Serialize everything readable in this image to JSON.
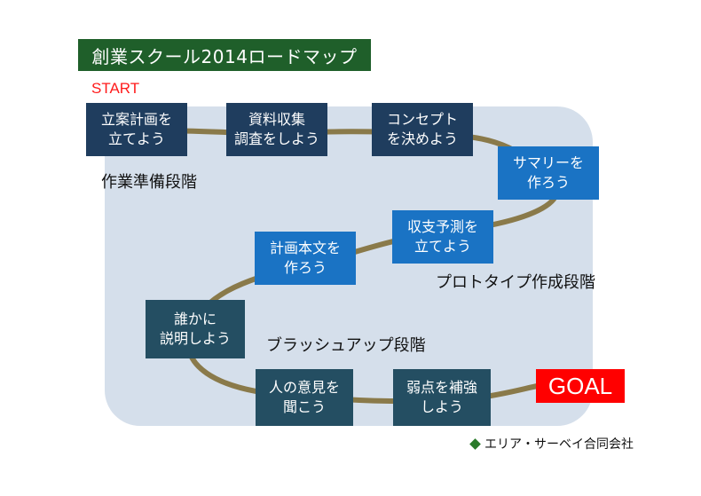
{
  "title": "創業スクール2014ロードマップ",
  "start_label": "START",
  "goal_label": "GOAL",
  "steps": [
    {
      "line1": "立案計画を",
      "line2": "立てよう"
    },
    {
      "line1": "資料収集",
      "line2": "調査をしよう"
    },
    {
      "line1": "コンセプト",
      "line2": "を決めよう"
    },
    {
      "line1": "サマリーを",
      "line2": "作ろう"
    },
    {
      "line1": "収支予測を",
      "line2": "立てよう"
    },
    {
      "line1": "計画本文を",
      "line2": "作ろう"
    },
    {
      "line1": "誰かに",
      "line2": "説明しよう"
    },
    {
      "line1": "人の意見を",
      "line2": "聞こう"
    },
    {
      "line1": "弱点を補強",
      "line2": "しよう"
    }
  ],
  "stages": {
    "preparation": "作業準備段階",
    "prototype": "プロトタイプ作成段階",
    "brushup": "ブラッシュアップ段階"
  },
  "company": "エリア・サーベイ合同会社",
  "colors": {
    "title_bg": "#1f5f2a",
    "start": "#ff1a1a",
    "goal_bg": "#ff0000",
    "panel": "#d5dfeb",
    "path": "#8a7a4a",
    "box_navy": "#1f3d5e",
    "box_blue": "#1a73c4",
    "box_teal": "#244e62"
  }
}
